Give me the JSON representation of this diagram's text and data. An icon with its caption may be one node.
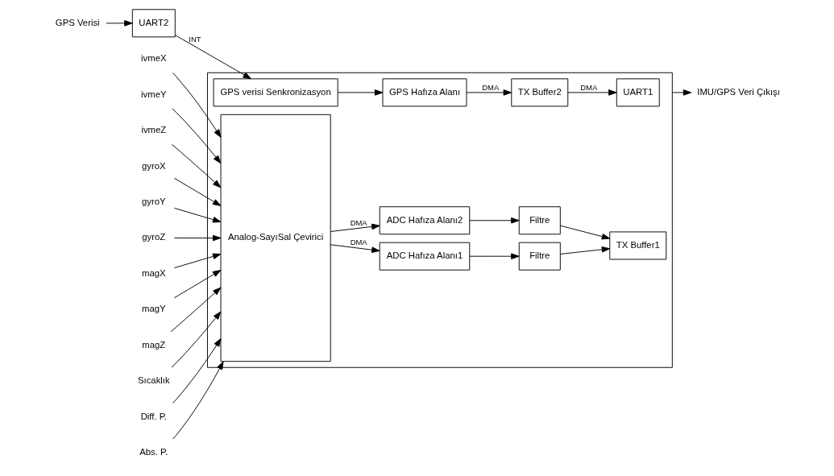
{
  "diagram": {
    "nodes": [
      {
        "text": [],
        "shape": "box"
      },
      {
        "text": [
          "Analog-SayıSal Çevirici"
        ],
        "in": 0
      },
      {
        "text": [
          "ADC Hafıza Alanı1"
        ],
        "in": 0
      },
      {
        "text": [
          "ADC Hafıza Alanı2"
        ],
        "in": 0
      },
      {
        "text": [
          "Filtre"
        ],
        "in": 0
      },
      {
        "text": [
          "Filtre"
        ],
        "in": 0
      },
      {
        "text": [
          "TX Buffer1"
        ],
        "in": 0
      },
      {
        "text": [
          "TX Buffer2"
        ],
        "in": 0
      },
      {
        "text": [
          "UART1"
        ],
        "in": 0
      },
      {
        "text": [
          "GPS verisi Senkronizasyon"
        ],
        "in": 0
      },
      {
        "text": [
          "GPS Hafıza Alanı"
        ],
        "in": 0
      },
      {
        "text": [
          "UART2"
        ]
      },
      {
        "text": [
          "ivmeX"
        ]
      },
      {
        "text": [
          "ivmeY"
        ]
      },
      {
        "text": [
          "ivmeZ"
        ]
      },
      {
        "text": [
          "gyroX"
        ]
      },
      {
        "text": [
          "gyroY"
        ]
      },
      {
        "text": [
          "gyroZ"
        ]
      },
      {
        "text": [
          "magX"
        ]
      },
      {
        "text": [
          "magY"
        ]
      },
      {
        "text": [
          "magZ"
        ]
      },
      {
        "text": [
          "Sıcaklık"
        ]
      },
      {
        "text": [
          "Diff. P."
        ]
      },
      {
        "text": [
          "Abs. P."
        ]
      },
      {
        "text": [
          "IMU/GPS Veri Çıkışı"
        ]
      },
      {
        "text": [
          "GPS Verisi"
        ]
      }
    ],
    "edges": [
      {
        "from": 12,
        "to": 1,
        "arrow": "to"
      },
      {
        "from": 13,
        "to": 1,
        "arrow": "to"
      },
      {
        "from": 14,
        "to": 1,
        "arrow": "to"
      },
      {
        "from": 15,
        "to": 1,
        "arrow": "to"
      },
      {
        "from": 16,
        "to": 1,
        "arrow": "to"
      },
      {
        "from": 17,
        "to": 1,
        "arrow": "to"
      },
      {
        "from": 18,
        "to": 1,
        "arrow": "to"
      },
      {
        "from": 19,
        "to": 1,
        "arrow": "to"
      },
      {
        "from": 20,
        "to": 1,
        "arrow": "to"
      },
      {
        "from": 21,
        "to": 1,
        "arrow": "to"
      },
      {
        "from": 22,
        "to": 1,
        "arrow": "to"
      },
      {
        "from": 23,
        "to": 1,
        "arrow": "to"
      },
      {
        "from": 1,
        "to": 2,
        "label": "DMA",
        "arrow": "to"
      },
      {
        "from": 1,
        "to": 3,
        "label": "DMA",
        "arrow": "to"
      },
      {
        "from": 2,
        "to": 4,
        "arrow": "to"
      },
      {
        "from": 3,
        "to": 5,
        "arrow": "to"
      },
      {
        "from": 4,
        "to": 6,
        "arrow": "to"
      },
      {
        "from": 5,
        "to": 6,
        "arrow": "to"
      },
      {
        "from": 7,
        "to": 8,
        "label": "DMA",
        "arrow": "to"
      },
      {
        "from": 10,
        "to": 7,
        "label": "DMA",
        "arrow": "to"
      },
      {
        "from": 9,
        "to": 10,
        "arrow": "to"
      },
      {
        "from": 11,
        "to": 9,
        "label": "INT",
        "arrow": "to"
      },
      {
        "from": 25,
        "to": 11,
        "arrow": "to"
      },
      {
        "from": 0,
        "to": 24,
        "arrow": "to"
      }
    ]
  }
}
